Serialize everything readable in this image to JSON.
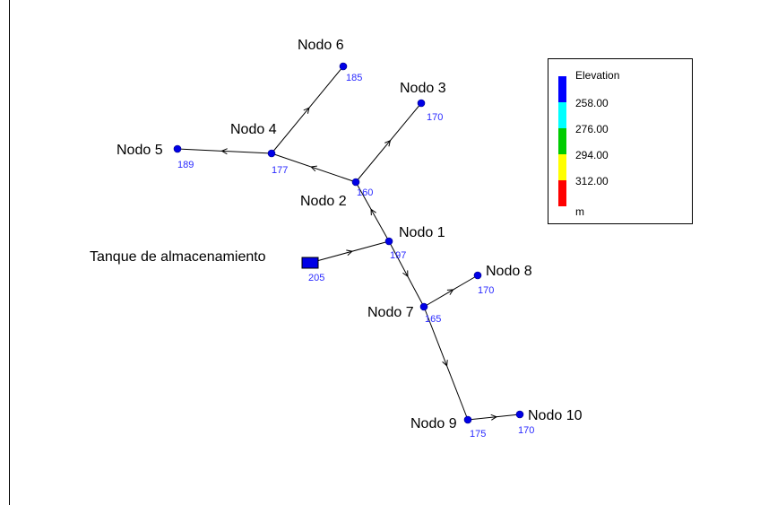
{
  "network": {
    "nodes": [
      {
        "id": "nodo6",
        "label": "Nodo 6",
        "elevation": "185"
      },
      {
        "id": "nodo3",
        "label": "Nodo 3",
        "elevation": "170"
      },
      {
        "id": "nodo4",
        "label": "Nodo 4",
        "elevation": "177"
      },
      {
        "id": "nodo5",
        "label": "Nodo 5",
        "elevation": "189"
      },
      {
        "id": "nodo2",
        "label": "Nodo 2",
        "elevation": "160"
      },
      {
        "id": "nodo1",
        "label": "Nodo 1",
        "elevation": "197"
      },
      {
        "id": "tanque",
        "label": "Tanque de almacenamiento",
        "elevation": "205"
      },
      {
        "id": "nodo8",
        "label": "Nodo 8",
        "elevation": "170"
      },
      {
        "id": "nodo7",
        "label": "Nodo 7",
        "elevation": "165"
      },
      {
        "id": "nodo9",
        "label": "Nodo 9",
        "elevation": "175"
      },
      {
        "id": "nodo10",
        "label": "Nodo 10",
        "elevation": "170"
      }
    ],
    "links": [
      {
        "from": "tanque",
        "to": "nodo1"
      },
      {
        "from": "nodo1",
        "to": "nodo2"
      },
      {
        "from": "nodo2",
        "to": "nodo4"
      },
      {
        "from": "nodo2",
        "to": "nodo3"
      },
      {
        "from": "nodo4",
        "to": "nodo5"
      },
      {
        "from": "nodo4",
        "to": "nodo6"
      },
      {
        "from": "nodo1",
        "to": "nodo7"
      },
      {
        "from": "nodo7",
        "to": "nodo8"
      },
      {
        "from": "nodo7",
        "to": "nodo9"
      },
      {
        "from": "nodo9",
        "to": "nodo10"
      }
    ],
    "node_color": "#0000e6",
    "link_color": "#000000"
  },
  "legend": {
    "title": "Elevation",
    "items": [
      {
        "label": "258.00",
        "color": "#0000ff"
      },
      {
        "label": "276.00",
        "color": "#00ffff"
      },
      {
        "label": "294.00",
        "color": "#00cc00"
      },
      {
        "label": "312.00",
        "color": "#ffff00"
      },
      {
        "label": "",
        "color": "#ff0000"
      }
    ],
    "unit": "m"
  }
}
